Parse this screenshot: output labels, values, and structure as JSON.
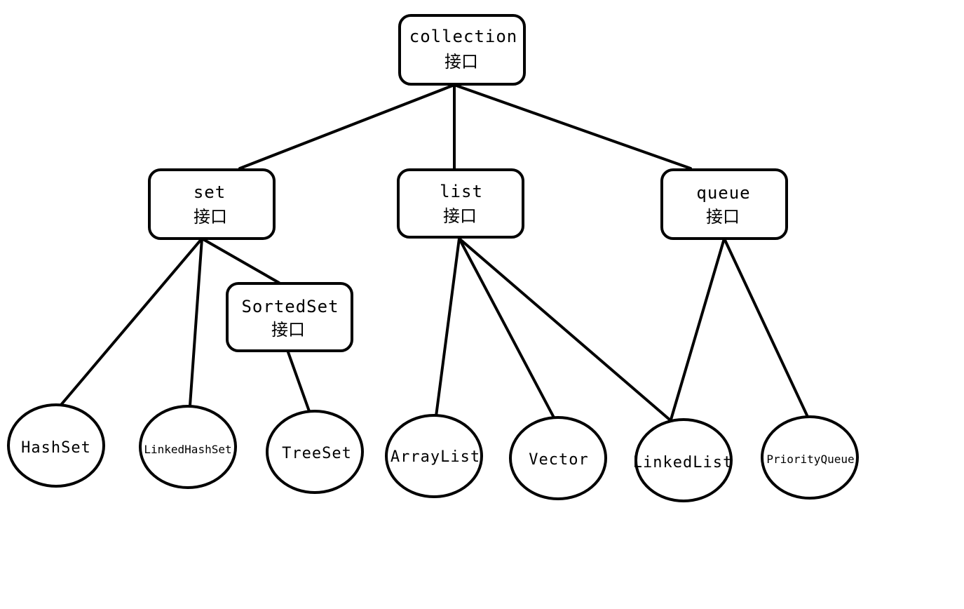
{
  "interfaces": {
    "collection": {
      "name": "collection",
      "kind": "接口"
    },
    "set": {
      "name": "set",
      "kind": "接口"
    },
    "list": {
      "name": "list",
      "kind": "接口"
    },
    "queue": {
      "name": "queue",
      "kind": "接口"
    },
    "sortedset": {
      "name": "SortedSet",
      "kind": "接口"
    }
  },
  "classes": {
    "hashset": "HashSet",
    "linkedhashset": "LinkedHashSet",
    "treeset": "TreeSet",
    "arraylist": "ArrayList",
    "vector": "Vector",
    "linkedlist": "LinkedList",
    "priorityqueue": "PriorityQueue"
  },
  "colors": {
    "stroke": "#000000",
    "fill": "#ffffff"
  }
}
